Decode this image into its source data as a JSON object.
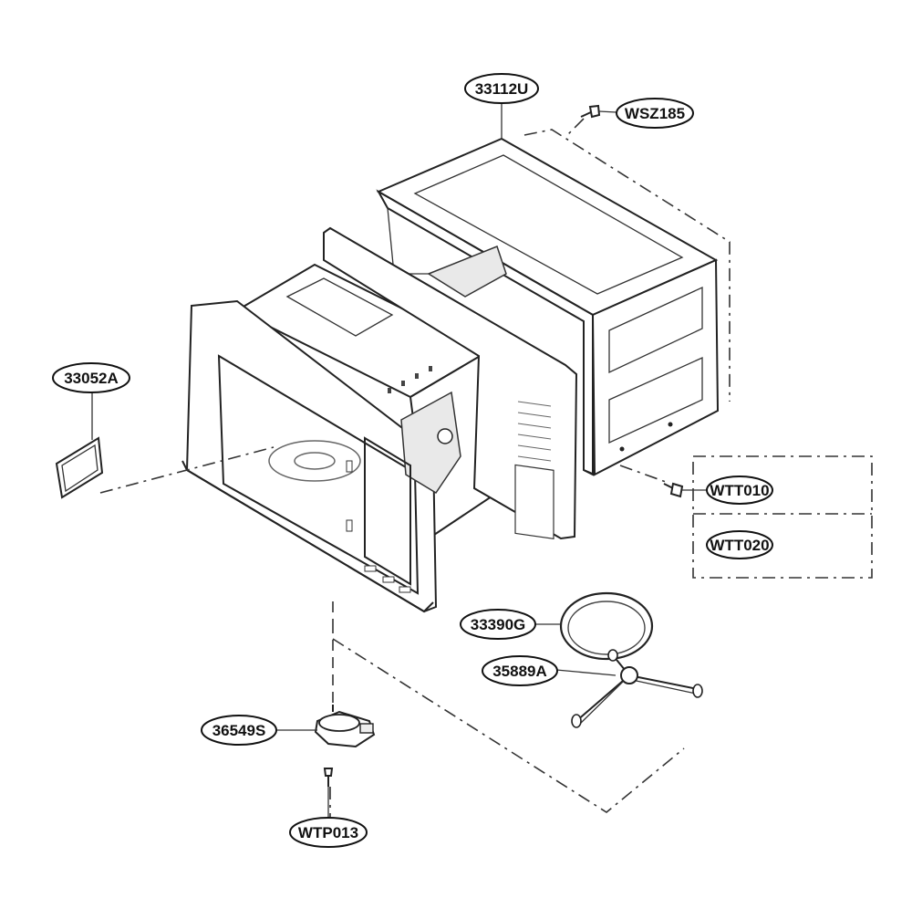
{
  "labels": {
    "cabinet": "33112U",
    "screw_top": "WSZ185",
    "cover": "33052A",
    "screw_rear": "WTT010",
    "screw_alt": "WTT020",
    "tray": "33390G",
    "roller": "35889A",
    "motor": "36549S",
    "screw_motor": "WTP013"
  }
}
